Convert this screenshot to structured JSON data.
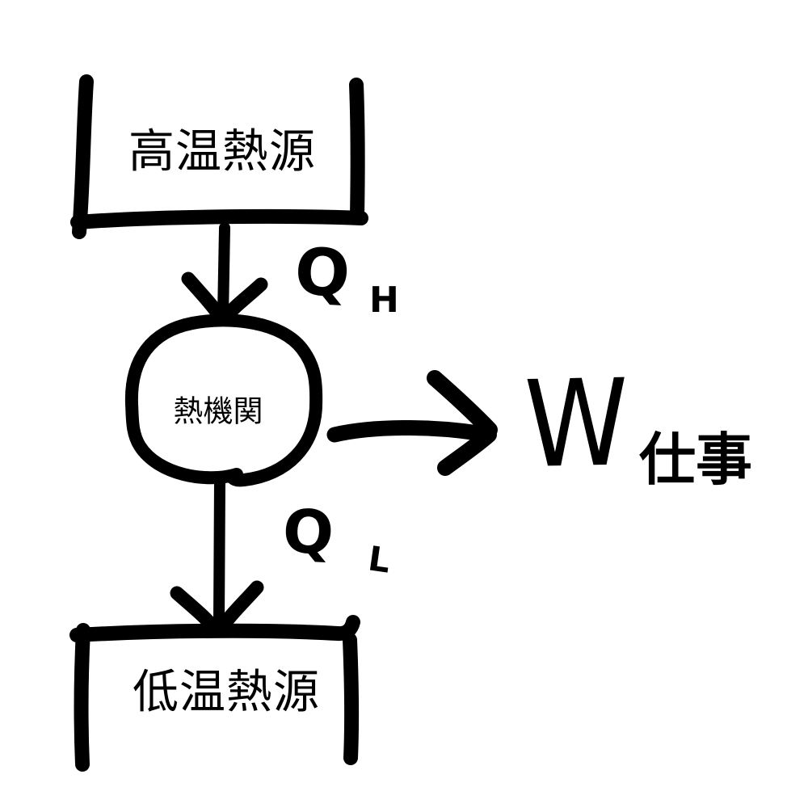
{
  "colors": {
    "ink": "#000000",
    "background": "#ffffff"
  },
  "diagram": {
    "hot_reservoir_label": "高温熱源",
    "engine_label": "熱機関",
    "cold_reservoir_label": "低温熱源",
    "heat_in_symbol": "Q",
    "heat_in_subscript": "H",
    "heat_out_symbol": "Q",
    "heat_out_subscript": "L",
    "work_symbol": "W",
    "work_subscript": "仕事"
  }
}
